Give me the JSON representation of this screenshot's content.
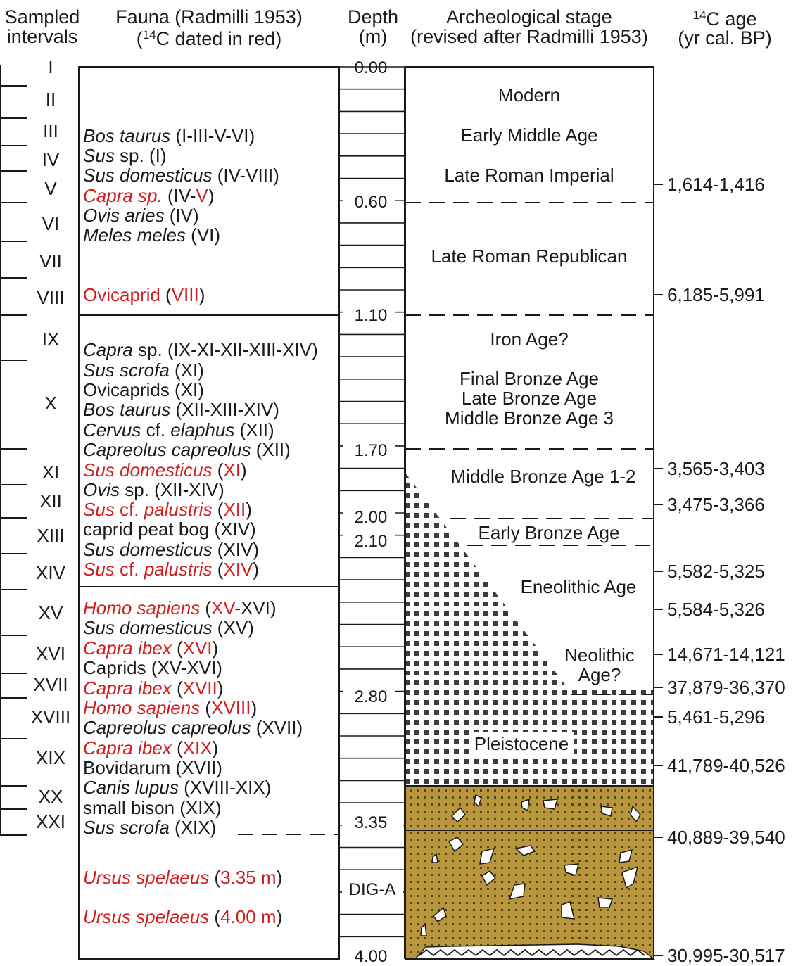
{
  "headers": {
    "sampled": [
      "Sampled",
      "intervals"
    ],
    "fauna": {
      "line1": "Fauna (Radmilli 1953)",
      "line2_pre": "(",
      "line2_sup": "14",
      "line2_post": "C dated in red)"
    },
    "depth": [
      "Depth",
      "(m)"
    ],
    "stage": [
      "Archeological stage",
      "(revised after Radmilli 1953)"
    ],
    "age": {
      "sup": "14",
      "line1_post": "C age",
      "line2": "(yr cal. BP)"
    }
  },
  "intervals": [
    "I",
    "II",
    "III",
    "IV",
    "V",
    "VI",
    "VII",
    "VIII",
    "IX",
    "X",
    "XI",
    "XII",
    "XIII",
    "XIV",
    "XV",
    "XVI",
    "XVII",
    "XVIII",
    "XIX",
    "XX",
    "XXI"
  ],
  "fauna_groups": [
    {
      "lines": [
        [
          {
            "t": "Bos taurus",
            "i": true,
            "r": false
          },
          {
            "t": " (I-III-V-VI)",
            "i": false,
            "r": false
          }
        ],
        [
          {
            "t": "Sus",
            "i": true,
            "r": false
          },
          {
            "t": " sp. (I)",
            "i": false,
            "r": false
          }
        ],
        [
          {
            "t": "Sus domesticus",
            "i": true,
            "r": false
          },
          {
            "t": " (IV-VIII)",
            "i": false,
            "r": false
          }
        ],
        [
          {
            "t": "Capra sp.",
            "i": true,
            "r": true
          },
          {
            "t": " (IV-",
            "i": false,
            "r": false
          },
          {
            "t": "V",
            "i": false,
            "r": true
          },
          {
            "t": ")",
            "i": false,
            "r": false
          }
        ],
        [
          {
            "t": "Ovis aries",
            "i": true,
            "r": false
          },
          {
            "t": " (IV)",
            "i": false,
            "r": false
          }
        ],
        [
          {
            "t": "Meles meles",
            "i": true,
            "r": false
          },
          {
            "t": " (VI)",
            "i": false,
            "r": false
          }
        ]
      ]
    },
    {
      "lines": [
        [
          {
            "t": "Ovicaprid",
            "i": false,
            "r": true
          },
          {
            "t": " (",
            "i": false,
            "r": false
          },
          {
            "t": "VIII",
            "i": false,
            "r": true
          },
          {
            "t": ")",
            "i": false,
            "r": false
          }
        ]
      ]
    },
    {
      "lines": [
        [
          {
            "t": "Capra",
            "i": true,
            "r": false
          },
          {
            "t": " sp. (IX-XI-XII-XIII-XIV)",
            "i": false,
            "r": false
          }
        ],
        [
          {
            "t": "Sus scrofa",
            "i": true,
            "r": false
          },
          {
            "t": " (XI)",
            "i": false,
            "r": false
          }
        ],
        [
          {
            "t": "Ovicaprids (XI)",
            "i": false,
            "r": false
          }
        ],
        [
          {
            "t": "Bos taurus",
            "i": true,
            "r": false
          },
          {
            "t": " (XII-XIII-XIV)",
            "i": false,
            "r": false
          }
        ],
        [
          {
            "t": "Cervus",
            "i": true,
            "r": false
          },
          {
            "t": " cf. ",
            "i": false,
            "r": false
          },
          {
            "t": "elaphus",
            "i": true,
            "r": false
          },
          {
            "t": " (XII)",
            "i": false,
            "r": false
          }
        ],
        [
          {
            "t": "Capreolus capreolus",
            "i": true,
            "r": false
          },
          {
            "t": " (XII)",
            "i": false,
            "r": false
          }
        ],
        [
          {
            "t": "Sus domesticus",
            "i": true,
            "r": true
          },
          {
            "t": " (",
            "i": false,
            "r": false
          },
          {
            "t": "XI",
            "i": false,
            "r": true
          },
          {
            "t": ")",
            "i": false,
            "r": false
          }
        ],
        [
          {
            "t": "Ovis",
            "i": true,
            "r": false
          },
          {
            "t": " sp. (XII-XIV)",
            "i": false,
            "r": false
          }
        ],
        [
          {
            "t": "Sus",
            "i": true,
            "r": true
          },
          {
            "t": " cf. ",
            "i": false,
            "r": true
          },
          {
            "t": "palustris",
            "i": true,
            "r": true
          },
          {
            "t": " (",
            "i": false,
            "r": false
          },
          {
            "t": "XII",
            "i": false,
            "r": true
          },
          {
            "t": ")",
            "i": false,
            "r": false
          }
        ],
        [
          {
            "t": "caprid peat bog (XIV)",
            "i": false,
            "r": false
          }
        ],
        [
          {
            "t": "Sus domesticus",
            "i": true,
            "r": false
          },
          {
            "t": " (XIV)",
            "i": false,
            "r": false
          }
        ],
        [
          {
            "t": "Sus",
            "i": true,
            "r": true
          },
          {
            "t": " cf. ",
            "i": false,
            "r": true
          },
          {
            "t": "palustris",
            "i": true,
            "r": true
          },
          {
            "t": " (",
            "i": false,
            "r": false
          },
          {
            "t": "XIV",
            "i": false,
            "r": true
          },
          {
            "t": ")",
            "i": false,
            "r": false
          }
        ]
      ]
    },
    {
      "lines": [
        [
          {
            "t": "Homo sapiens",
            "i": true,
            "r": true
          },
          {
            "t": " (",
            "i": false,
            "r": false
          },
          {
            "t": "XV",
            "i": false,
            "r": true
          },
          {
            "t": "-XVI)",
            "i": false,
            "r": false
          }
        ],
        [
          {
            "t": "Sus domesticus",
            "i": true,
            "r": false
          },
          {
            "t": " (XV)",
            "i": false,
            "r": false
          }
        ],
        [
          {
            "t": "Capra ibex",
            "i": true,
            "r": true
          },
          {
            "t": " (",
            "i": false,
            "r": false
          },
          {
            "t": "XVI",
            "i": false,
            "r": true
          },
          {
            "t": ")",
            "i": false,
            "r": false
          }
        ],
        [
          {
            "t": "Caprids (XV-XVI)",
            "i": false,
            "r": false
          }
        ],
        [
          {
            "t": "Capra ibex",
            "i": true,
            "r": true
          },
          {
            "t": " (",
            "i": false,
            "r": false
          },
          {
            "t": "XVII",
            "i": false,
            "r": true
          },
          {
            "t": ")",
            "i": false,
            "r": false
          }
        ],
        [
          {
            "t": "Homo sapiens",
            "i": true,
            "r": true
          },
          {
            "t": " (",
            "i": false,
            "r": false
          },
          {
            "t": "XVIII",
            "i": false,
            "r": true
          },
          {
            "t": ")",
            "i": false,
            "r": false
          }
        ],
        [
          {
            "t": "Capreolus capreolus",
            "i": true,
            "r": false
          },
          {
            "t": " (XVII)",
            "i": false,
            "r": false
          }
        ],
        [
          {
            "t": "Capra ibex",
            "i": true,
            "r": true
          },
          {
            "t": " (",
            "i": false,
            "r": false
          },
          {
            "t": "XIX",
            "i": false,
            "r": true
          },
          {
            "t": ")",
            "i": false,
            "r": false
          }
        ],
        [
          {
            "t": "Bovidarum (XVII)",
            "i": false,
            "r": false
          }
        ],
        [
          {
            "t": "Canis lupus",
            "i": true,
            "r": false
          },
          {
            "t": " (XVIII-XIX)",
            "i": false,
            "r": false
          }
        ],
        [
          {
            "t": "small bison (XIX)",
            "i": false,
            "r": false
          }
        ],
        [
          {
            "t": "Sus scrofa",
            "i": true,
            "r": false
          },
          {
            "t": " (XIX)",
            "i": false,
            "r": false
          }
        ]
      ]
    },
    {
      "lines": [
        [
          {
            "t": "Ursus spelaeus",
            "i": true,
            "r": true
          },
          {
            "t": " (",
            "i": false,
            "r": false
          },
          {
            "t": "3.35 m",
            "i": false,
            "r": true
          },
          {
            "t": ")",
            "i": false,
            "r": false
          }
        ],
        [
          {
            "t": "Ursus spelaeus",
            "i": true,
            "r": true
          },
          {
            "t": " (",
            "i": false,
            "r": false
          },
          {
            "t": "4.00 m",
            "i": false,
            "r": true
          },
          {
            "t": ")",
            "i": false,
            "r": false
          }
        ]
      ]
    }
  ],
  "depth_labels": [
    "0.00",
    "0.60",
    "1.10",
    "1.70",
    "2.00",
    "2.10",
    "2.80",
    "3.35",
    "DIG-A",
    "4.00"
  ],
  "stages": [
    {
      "lines": [
        "Modern"
      ]
    },
    {
      "lines": [
        "Early Middle Age"
      ]
    },
    {
      "lines": [
        "Late Roman Imperial"
      ]
    },
    {
      "lines": [
        "Late Roman Republican"
      ]
    },
    {
      "lines": [
        "Iron Age?"
      ]
    },
    {
      "lines": [
        "Final Bronze Age",
        "Late Bronze Age",
        "Middle Bronze Age 3"
      ]
    },
    {
      "lines": [
        "Middle Bronze Age 1-2"
      ]
    },
    {
      "lines": [
        "Early Bronze Age"
      ]
    },
    {
      "lines": [
        "Eneolithic Age"
      ]
    },
    {
      "lines": [
        "Neolithic",
        "Age?"
      ]
    },
    {
      "lines": [
        "Pleistocene"
      ]
    }
  ],
  "ages": [
    "1,614-1,416",
    "6,185-5,991",
    "3,565-3,403",
    "3,475-3,366",
    "5,582-5,325",
    "5,584-5,326",
    "14,671-14,121",
    "37,879-36,370",
    "5,461-5,296",
    "41,789-40,526",
    "40,889-39,540",
    "30,995-30,517"
  ],
  "colors": {
    "red": "#d21e1e",
    "sediment": "#b8963e",
    "speckle": "#5a4514",
    "gravel": "#3c3c3c",
    "ink": "#1a1a1a"
  }
}
